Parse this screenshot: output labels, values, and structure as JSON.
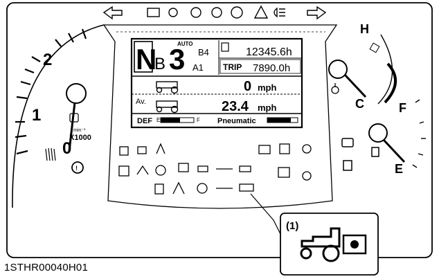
{
  "figure_code": "1STHR00040H01",
  "callout": {
    "label": "(1)",
    "icon": "tractor-gear-icon"
  },
  "tachometer": {
    "marks": [
      "0",
      "1",
      "2"
    ],
    "unit_top": "min⁻¹",
    "unit_bottom": "X1000"
  },
  "temp_gauge": {
    "hot": "H",
    "cold": "C"
  },
  "fuel_gauge": {
    "full": "F",
    "empty": "E"
  },
  "lcd": {
    "range_letter": "N",
    "range_small": "B",
    "gear": "3",
    "auto_label": "AUTO",
    "shift_label": "B4",
    "shift_sub": "A1",
    "hours": "12345.6h",
    "trip_label": "TRIP",
    "trip_value": "7890.0h",
    "speed_1": "0",
    "speed_unit_1": "mph",
    "avg_label": "Av.",
    "speed_2": "23.4",
    "speed_unit_2": "mph",
    "def_label": "DEF",
    "def_empty": "E",
    "def_full": "F",
    "pneumatic_label": "Pneumatic"
  },
  "top_warning_icons": [
    "arrow-left-icon",
    "battery-icon",
    "oil-pressure-icon",
    "engine-warning-icon",
    "parking-brake-icon",
    "stop-icon",
    "hazard-icon",
    "headlight-icon",
    "arrow-right-icon"
  ]
}
